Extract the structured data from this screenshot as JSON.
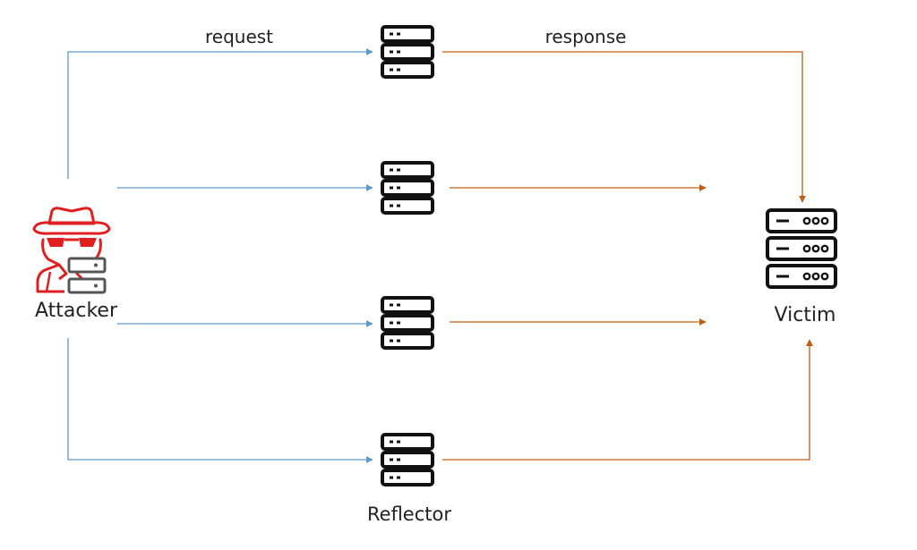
{
  "labels": {
    "request": "request",
    "response": "response",
    "attacker": "Attacker",
    "victim": "Victim",
    "reflector": "Reflector"
  },
  "colors": {
    "request_arrow": "#5b9bd5",
    "response_arrow": "#c55a11",
    "attacker_accent": "#e02020",
    "attacker_server": "#555555",
    "server_stroke": "#111111"
  },
  "icons": {
    "attacker": "hacker-icon",
    "reflector": "server-rack-icon",
    "victim": "server-rack-icon"
  }
}
